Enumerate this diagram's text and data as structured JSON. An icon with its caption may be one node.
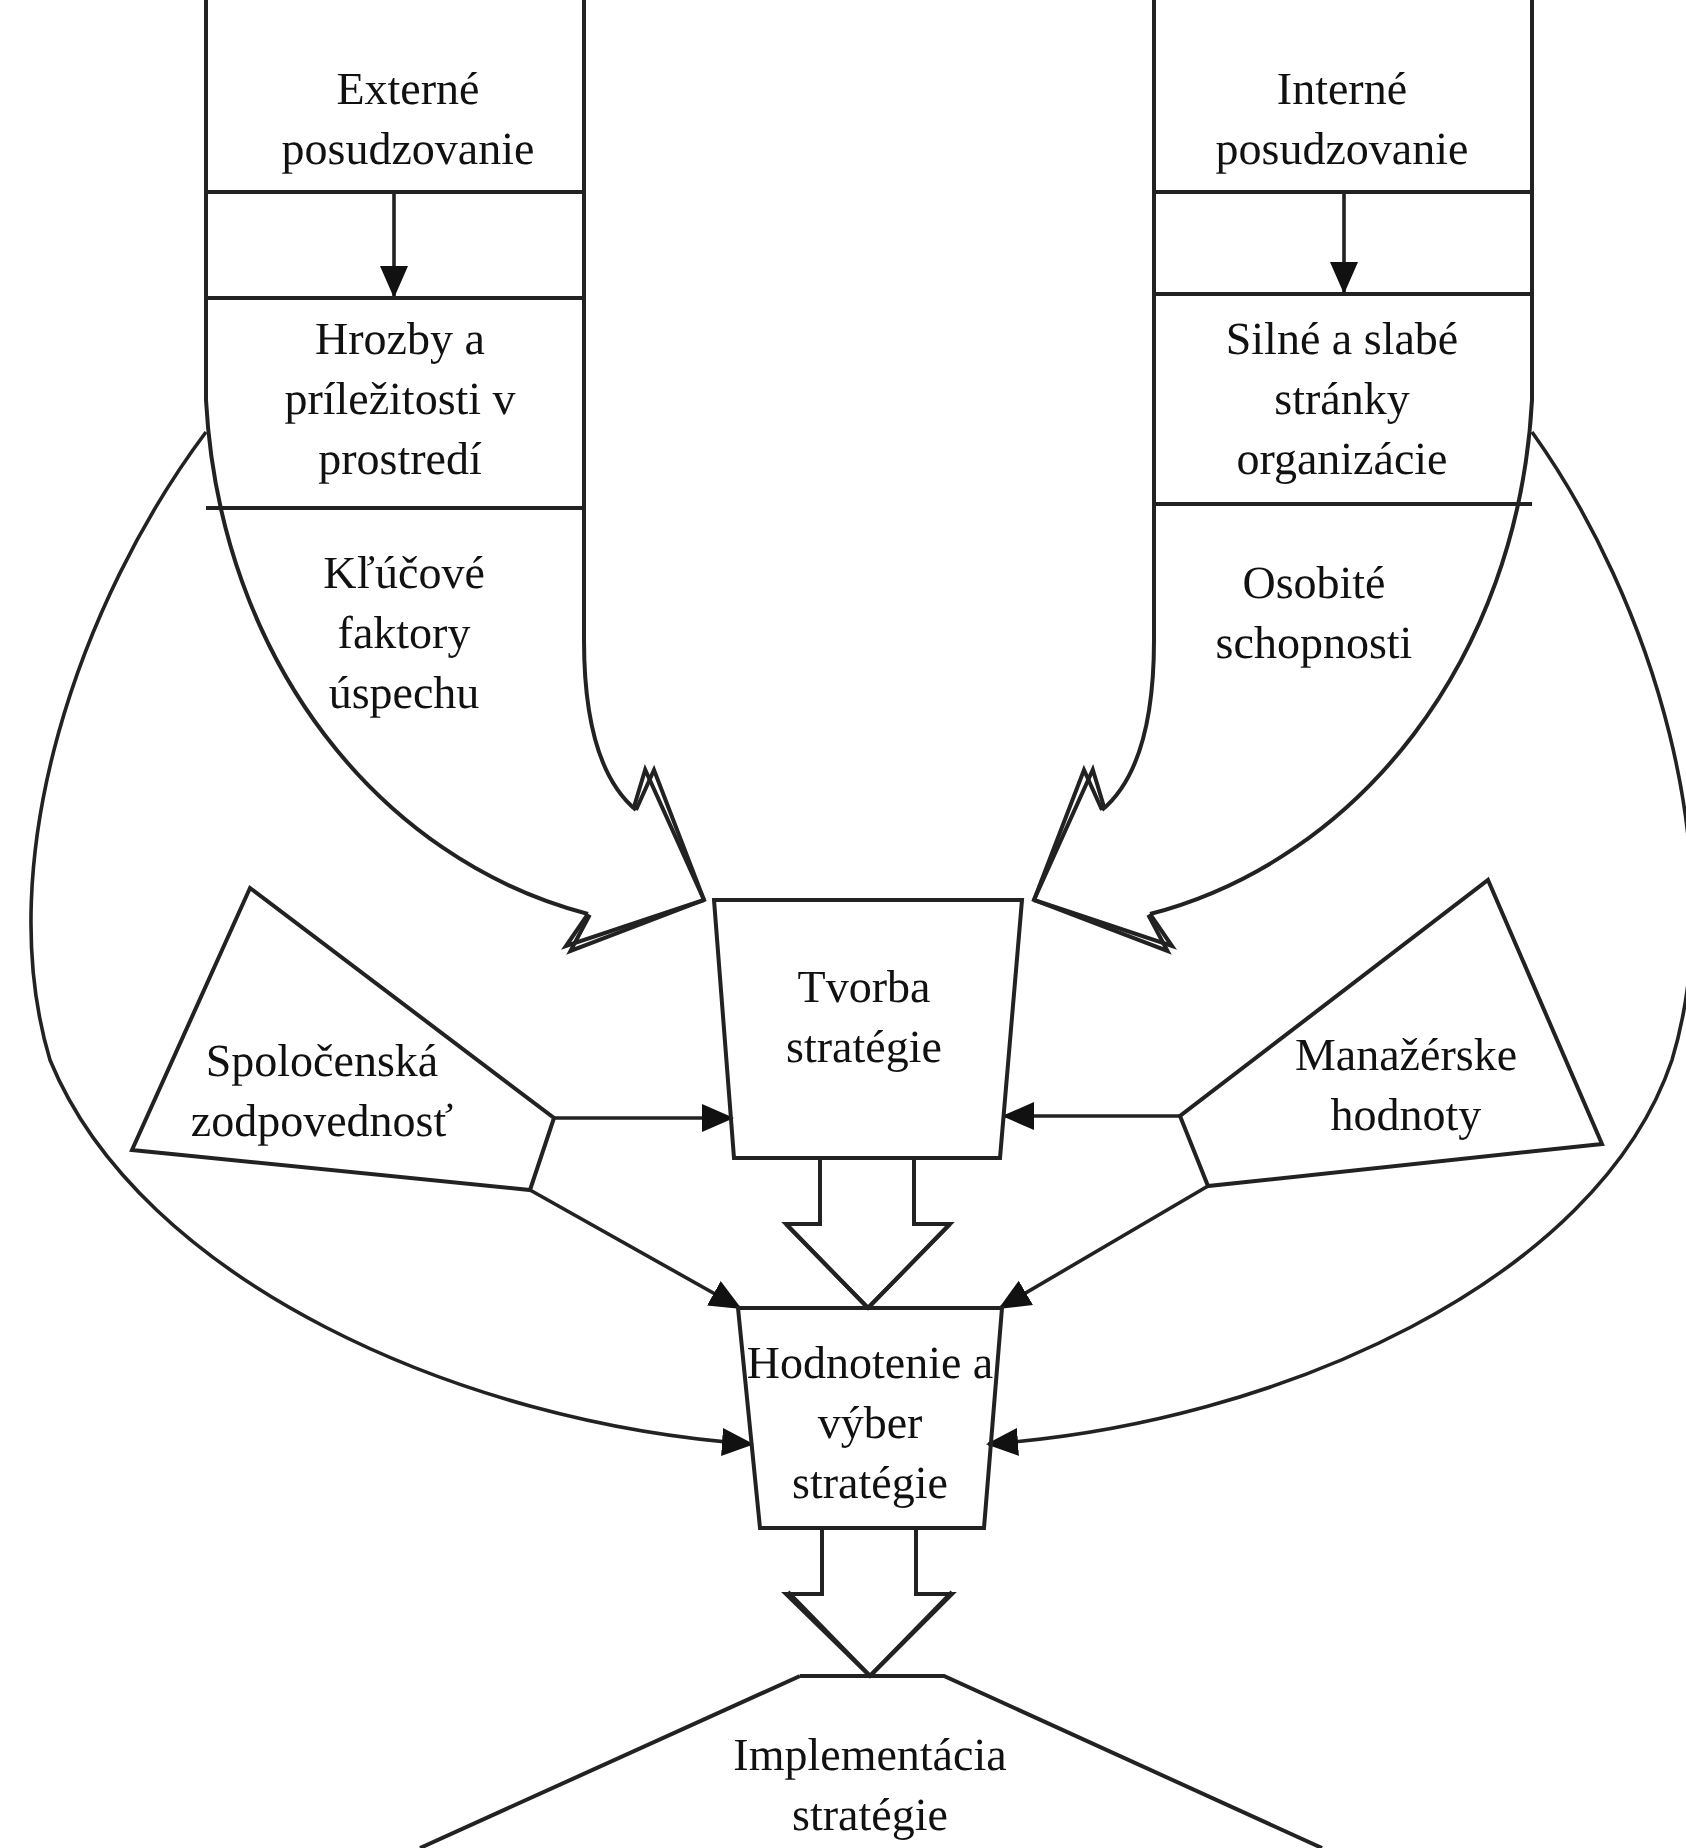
{
  "diagram": {
    "nodes": [
      {
        "text": [
          "Kľúčové faktory úspechu"
        ]
      },
      {
        "text": [
          "Externé posudzovanie"
        ],
        "in": 0
      },
      {
        "text": [
          "Hrozby a príležitosti v prostredí"
        ],
        "in": 0
      },
      {
        "text": [
          "Osobité schopnosti"
        ]
      },
      {
        "text": [
          "Interné posudzovanie"
        ],
        "in": 3
      },
      {
        "text": [
          "Silné a slabé stránky organizácie"
        ],
        "in": 3
      },
      {
        "text": [
          "Spoločenská zodpovednosť"
        ]
      },
      {
        "text": [
          "Tvorba stratégie"
        ]
      },
      {
        "text": [
          "Manažérske hodnoty"
        ]
      },
      {
        "text": [
          "Hodnotenie a výber stratégie"
        ]
      },
      {
        "text": [
          "Implementácia stratégie"
        ]
      }
    ],
    "edges": [
      {
        "from": 1,
        "to": 2,
        "arrow": "to"
      },
      {
        "from": 4,
        "to": 5,
        "arrow": "to"
      },
      {
        "from": 0,
        "to": 7,
        "arrow": "to"
      },
      {
        "from": 3,
        "to": 7,
        "arrow": "to"
      },
      {
        "from": 6,
        "to": 7,
        "arrow": "to"
      },
      {
        "from": 8,
        "to": 7,
        "arrow": "to"
      },
      {
        "from": 7,
        "to": 9,
        "arrow": "to"
      },
      {
        "from": 6,
        "to": 9,
        "arrow": "to"
      },
      {
        "from": 8,
        "to": 9,
        "arrow": "to"
      },
      {
        "from": 0,
        "to": 9,
        "arrow": "to"
      },
      {
        "from": 3,
        "to": 9,
        "arrow": "to"
      },
      {
        "from": 9,
        "to": 10,
        "arrow": "to"
      }
    ]
  }
}
